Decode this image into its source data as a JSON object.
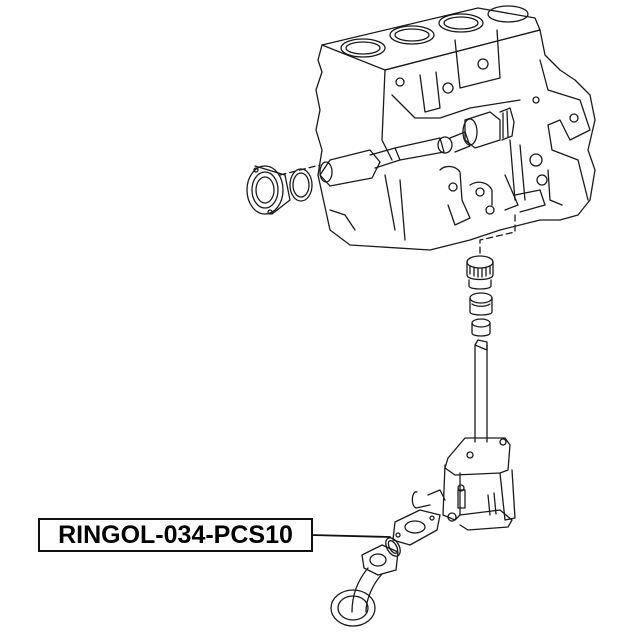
{
  "diagram": {
    "title": "Engine block with oil pump assembly exploded view",
    "callout": {
      "part_number": "RINGOL-034-PCS10",
      "points_to": "oil pump pickup tube o-ring"
    },
    "components": [
      "engine-block",
      "intermediate-shaft",
      "front-seal-flange",
      "shaft-seal",
      "drive-gear",
      "bushing",
      "bushing-sleeve",
      "oil-pump-drive-shaft",
      "oil-pump-body",
      "o-ring",
      "oil-pickup-tube"
    ],
    "colors": {
      "line": "#111111",
      "background": "#ffffff"
    }
  }
}
